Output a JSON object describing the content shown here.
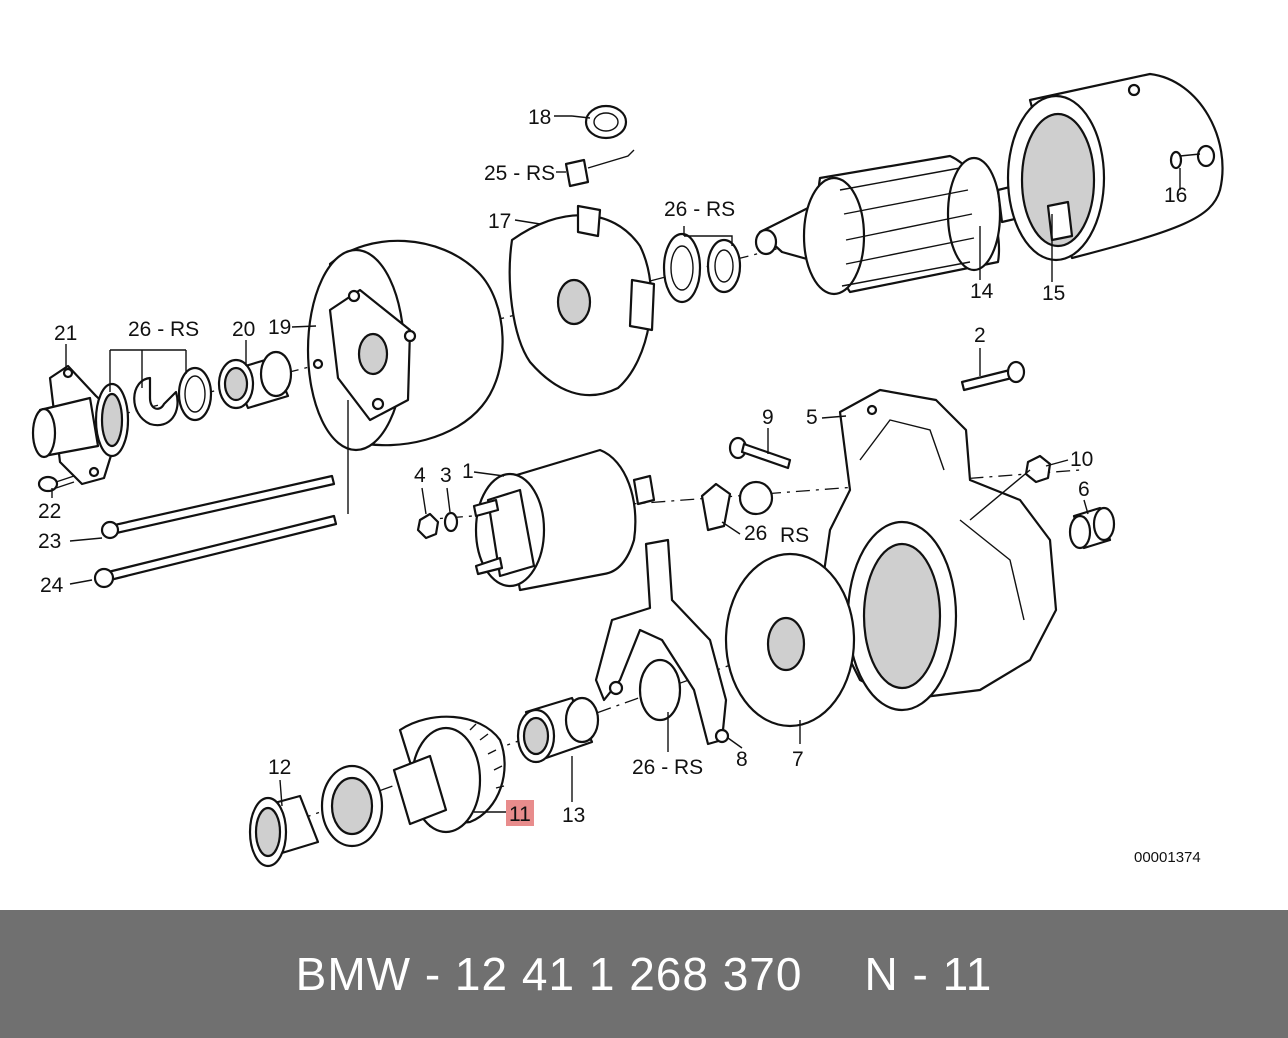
{
  "footer": {
    "part_number": "BMW - 12 41 1 268 370",
    "position": "N - 11"
  },
  "drawing_number": "00001374",
  "highlight_color": "#e88c8c",
  "footer_color": "#707070",
  "labels": {
    "l1": "1",
    "l2": "2",
    "l4": "4",
    "l3": "3",
    "l5": "5",
    "l6": "6",
    "l7": "7",
    "l8": "8",
    "l9": "9",
    "l10": "10",
    "l11": "11",
    "l12": "12",
    "l13": "13",
    "l14": "14",
    "l15": "15",
    "l16": "16",
    "l17": "17",
    "l18": "18",
    "l19": "19",
    "l20": "20",
    "l21": "21",
    "l22": "22",
    "l23": "23",
    "l24": "24",
    "l25rs": "25 - RS",
    "l26rs_top": "26 - RS",
    "l26rs_left": "26 - RS",
    "l26": "26",
    "l26_rs": "RS",
    "l26rs_bottom": "26 - RS"
  }
}
